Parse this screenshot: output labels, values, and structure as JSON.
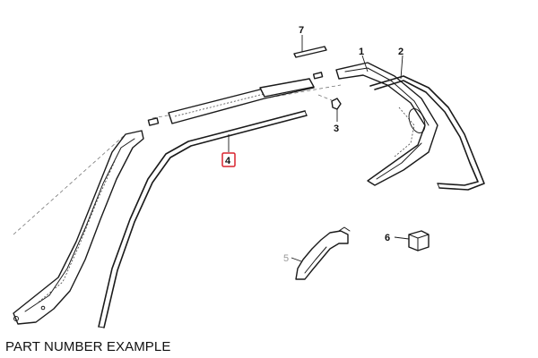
{
  "callouts": {
    "c1": "1",
    "c2": "2",
    "c3": "3",
    "c4": "4",
    "c5": "5",
    "c6": "6",
    "c7": "7"
  },
  "highlighted_callout": "4",
  "colors": {
    "line": "#1a1a1a",
    "highlight": "#d9232e"
  },
  "caption": "PART NUMBER EXAMPLE"
}
